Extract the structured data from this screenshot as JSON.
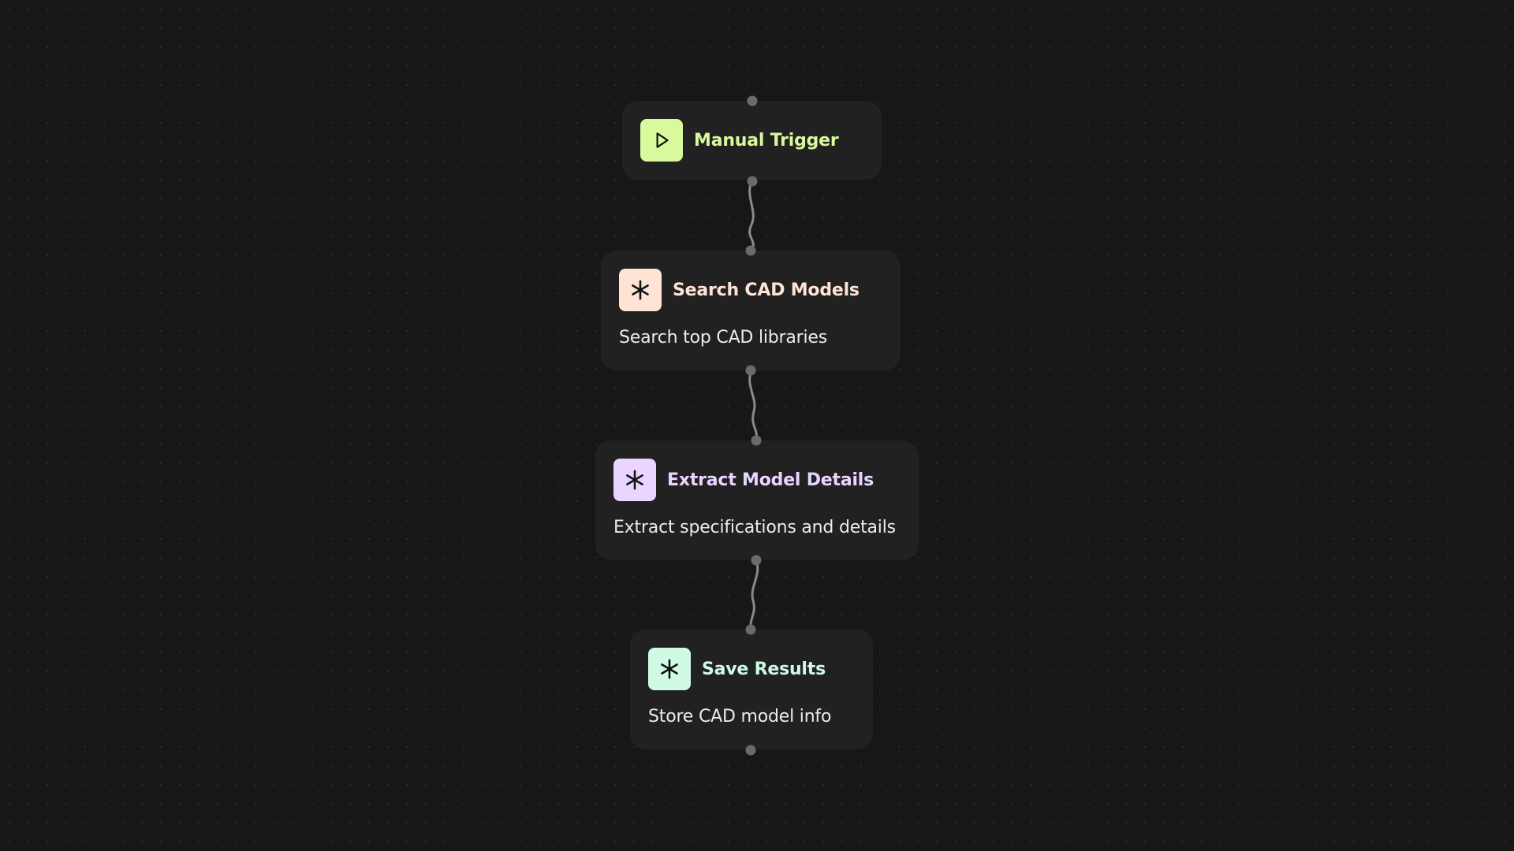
{
  "canvas": {
    "background": "#171717"
  },
  "nodes": [
    {
      "id": "manual-trigger",
      "title": "Manual Trigger",
      "description": "",
      "icon": "play-icon",
      "icon_bg": "#d9f99d",
      "title_color": "#d9f99d"
    },
    {
      "id": "search-cad-models",
      "title": "Search CAD Models",
      "description": "Search top CAD libraries",
      "icon": "asterisk-icon",
      "icon_bg": "#ffe4d6",
      "title_color": "#ffe4d6"
    },
    {
      "id": "extract-model-details",
      "title": "Extract Model Details",
      "description": "Extract specifications and details",
      "icon": "asterisk-icon",
      "icon_bg": "#e9d5ff",
      "title_color": "#e9d5ff"
    },
    {
      "id": "save-results",
      "title": "Save Results",
      "description": "Store CAD model info",
      "icon": "asterisk-icon",
      "icon_bg": "#d1fae5",
      "title_color": "#d1fae5"
    }
  ],
  "edges": [
    {
      "from": "manual-trigger",
      "to": "search-cad-models"
    },
    {
      "from": "search-cad-models",
      "to": "extract-model-details"
    },
    {
      "from": "extract-model-details",
      "to": "save-results"
    }
  ]
}
